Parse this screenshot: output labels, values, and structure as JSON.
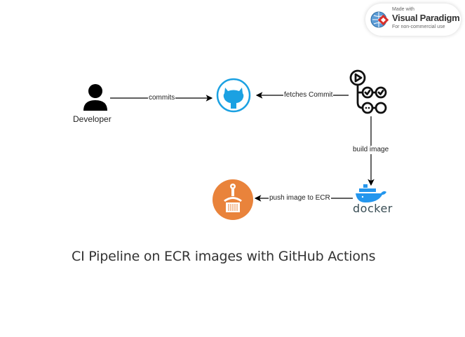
{
  "watermark": {
    "made_with": "Made with",
    "brand": "Visual Paradigm",
    "note": "For non-commercial use"
  },
  "nodes": {
    "developer": {
      "label": "Developer",
      "icon": "person-icon"
    },
    "github": {
      "icon": "github-icon",
      "color": "#1ba1e2"
    },
    "actions": {
      "icon": "github-actions-icon"
    },
    "docker": {
      "label": "docker",
      "icon": "docker-whale-icon",
      "color": "#2496ed"
    },
    "ecr": {
      "icon": "aws-ecr-icon",
      "color": "#e9833b"
    }
  },
  "edges": {
    "commits": "commits",
    "fetches": "fetches Commit",
    "build": "build image",
    "push": "push image to ECR"
  },
  "title": "CI Pipeline on ECR images with GitHub Actions"
}
